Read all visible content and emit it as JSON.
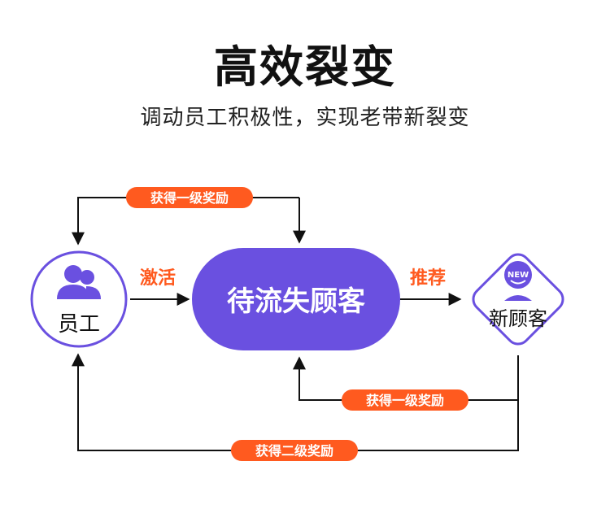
{
  "header": {
    "title": "高效裂变",
    "subtitle": "调动员工积极性，实现老带新裂变"
  },
  "nodes": {
    "employee": {
      "label": "员工",
      "icon": "people-icon"
    },
    "lost_customer": {
      "label": "待流失顾客"
    },
    "new_customer": {
      "label": "新顾客",
      "badge": "NEW",
      "icon": "smiley-person-icon"
    }
  },
  "edges": {
    "activate": {
      "label": "激活"
    },
    "recommend": {
      "label": "推荐"
    }
  },
  "rewards": {
    "top": "获得一级奖励",
    "middle": "获得一级奖励",
    "bottom": "获得二级奖励"
  },
  "colors": {
    "purple": "#6a50e0",
    "purple_light": "#7a62e8",
    "orange": "#ff5a1f",
    "line": "#111111"
  }
}
